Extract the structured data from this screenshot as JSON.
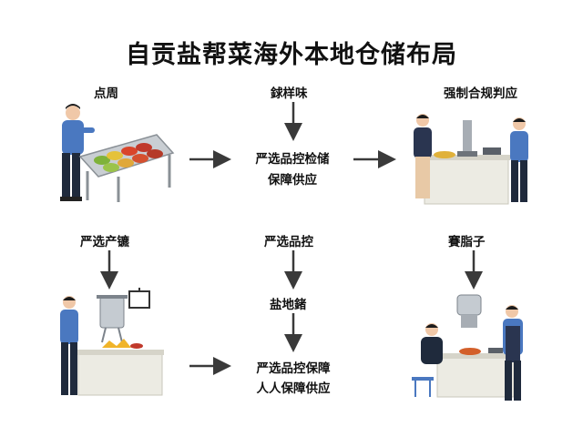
{
  "title": "自贡盐帮菜海外本地仓储布局",
  "labels": {
    "top_left": "点周",
    "top_mid": "銶样味",
    "top_right": "强制合规判应",
    "center_upper_line1": "严选品控检储",
    "center_upper_line2": "保障供应",
    "mid_left": "严选产镳",
    "mid_center": "严选品控",
    "mid_right": "賽脂子",
    "center_mid": "盐地鍺",
    "bottom_center_line1": "严选品控保障",
    "bottom_center_line2": "人人保障供应"
  },
  "colors": {
    "arrow": "#3a3a3a",
    "shirt": "#4a78c0",
    "pants": "#1f2a3c",
    "table": "#ecebe3",
    "steel": "#a7adb4"
  },
  "icons": [
    "person-icon",
    "food-tray-icon",
    "kitchen-counter-icon",
    "steel-pot-icon",
    "arrow-icon"
  ]
}
